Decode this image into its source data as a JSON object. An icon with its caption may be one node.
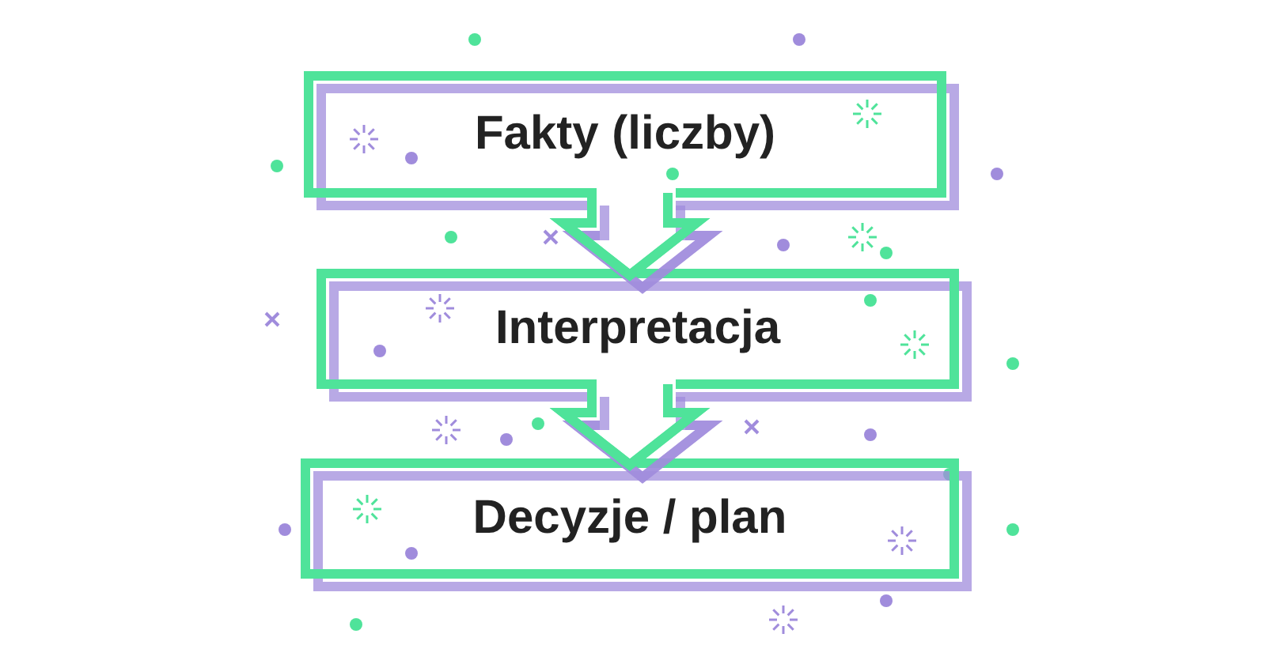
{
  "diagram": {
    "nodes": [
      {
        "text": [
          "Fakty (liczby)"
        ]
      },
      {
        "text": [
          "Interpretacja"
        ]
      },
      {
        "text": [
          "Decyzje / plan"
        ]
      }
    ],
    "edges": [
      {
        "from": 0,
        "to": 1,
        "arrow": "to"
      },
      {
        "from": 1,
        "to": 2,
        "arrow": "to"
      }
    ]
  }
}
